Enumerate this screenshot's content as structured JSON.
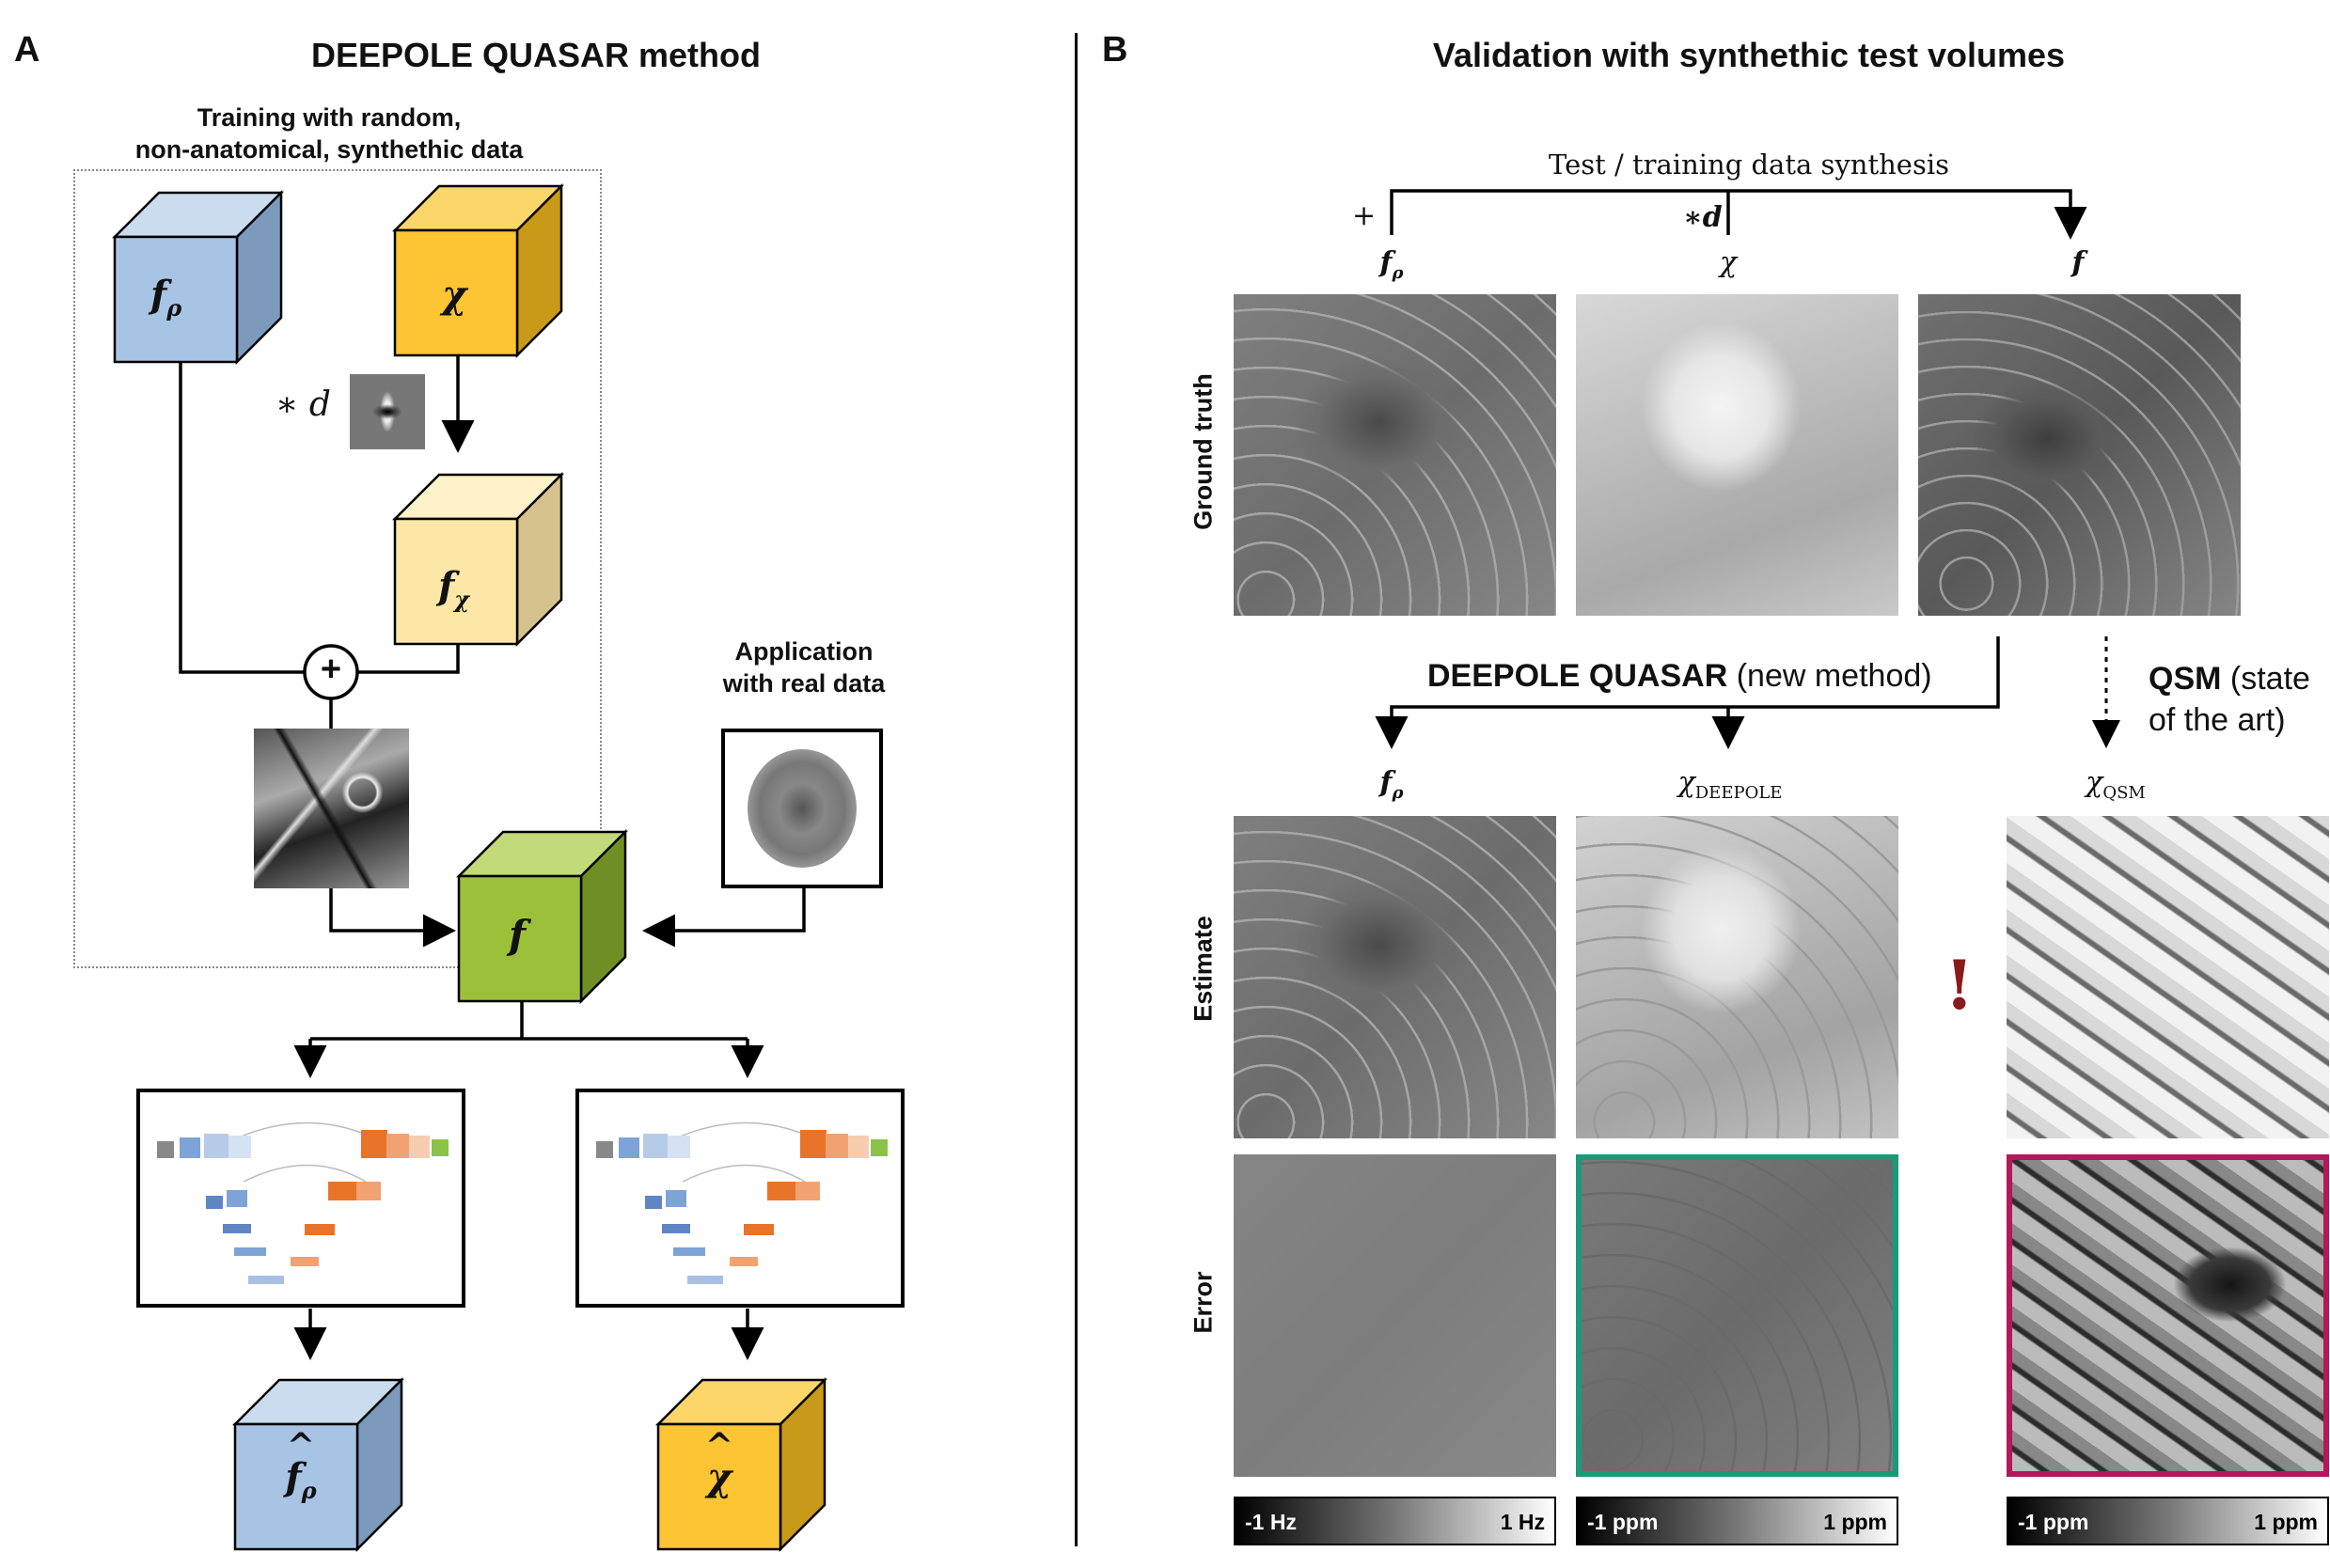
{
  "panel_a": {
    "letter": "A",
    "title": "DEEPOLE QUASAR method",
    "training_label_line1": "Training with random,",
    "training_label_line2": "non-anatomical, synthethic data",
    "application_label_line1": "Application",
    "application_label_line2": "with real data",
    "cube_f_rho": "f",
    "cube_f_rho_sub": "ρ",
    "cube_chi": "χ",
    "cube_f_chi": "f",
    "cube_f_chi_sub": "χ",
    "cube_f": "f",
    "conv_label": "∗ d",
    "plus_symbol": "+",
    "hat_symbol": "^",
    "out_f_rho": "f",
    "out_f_rho_sub": "ρ",
    "out_chi": "χ"
  },
  "panel_b": {
    "letter": "B",
    "title": "Validation with synthethic test volumes",
    "synthesis_label": "Test / training data synthesis",
    "plus_mark": "+",
    "conv_mark": "∗d",
    "col_f_rho": "f",
    "col_f_rho_sub": "ρ",
    "col_chi": "χ",
    "col_f": "f",
    "row_ground_truth": "Ground truth",
    "row_estimate": "Estimate",
    "row_error": "Error",
    "method_bold": "DEEPOLE QUASAR",
    "method_note": "(new method)",
    "qsm_bold": "QSM",
    "qsm_note_line1": "(state",
    "qsm_note_line2": "of the art)",
    "est_f_rho": "f",
    "est_f_rho_sub": "ρ",
    "est_chi_deepole": "χ",
    "est_chi_deepole_sub": "DEEPOLE",
    "est_chi_qsm": "χ",
    "est_chi_qsm_sub": "QSM",
    "warning": "!",
    "colorbar_hz_lo": "-1 Hz",
    "colorbar_hz_hi": "1 Hz",
    "colorbar_ppm1_lo": "-1 ppm",
    "colorbar_ppm1_hi": "1 ppm",
    "colorbar_ppm2_lo": "-1 ppm",
    "colorbar_ppm2_hi": "1 ppm"
  },
  "colors": {
    "blue_cube": "#a7c4e4",
    "orange_cube": "#fdc433",
    "light_orange_cube": "#fde7a7",
    "green_cube": "#9dc03a",
    "deepole_frame": "#1a9a78",
    "qsm_frame": "#b2185a",
    "warning": "#8b1a1a"
  }
}
